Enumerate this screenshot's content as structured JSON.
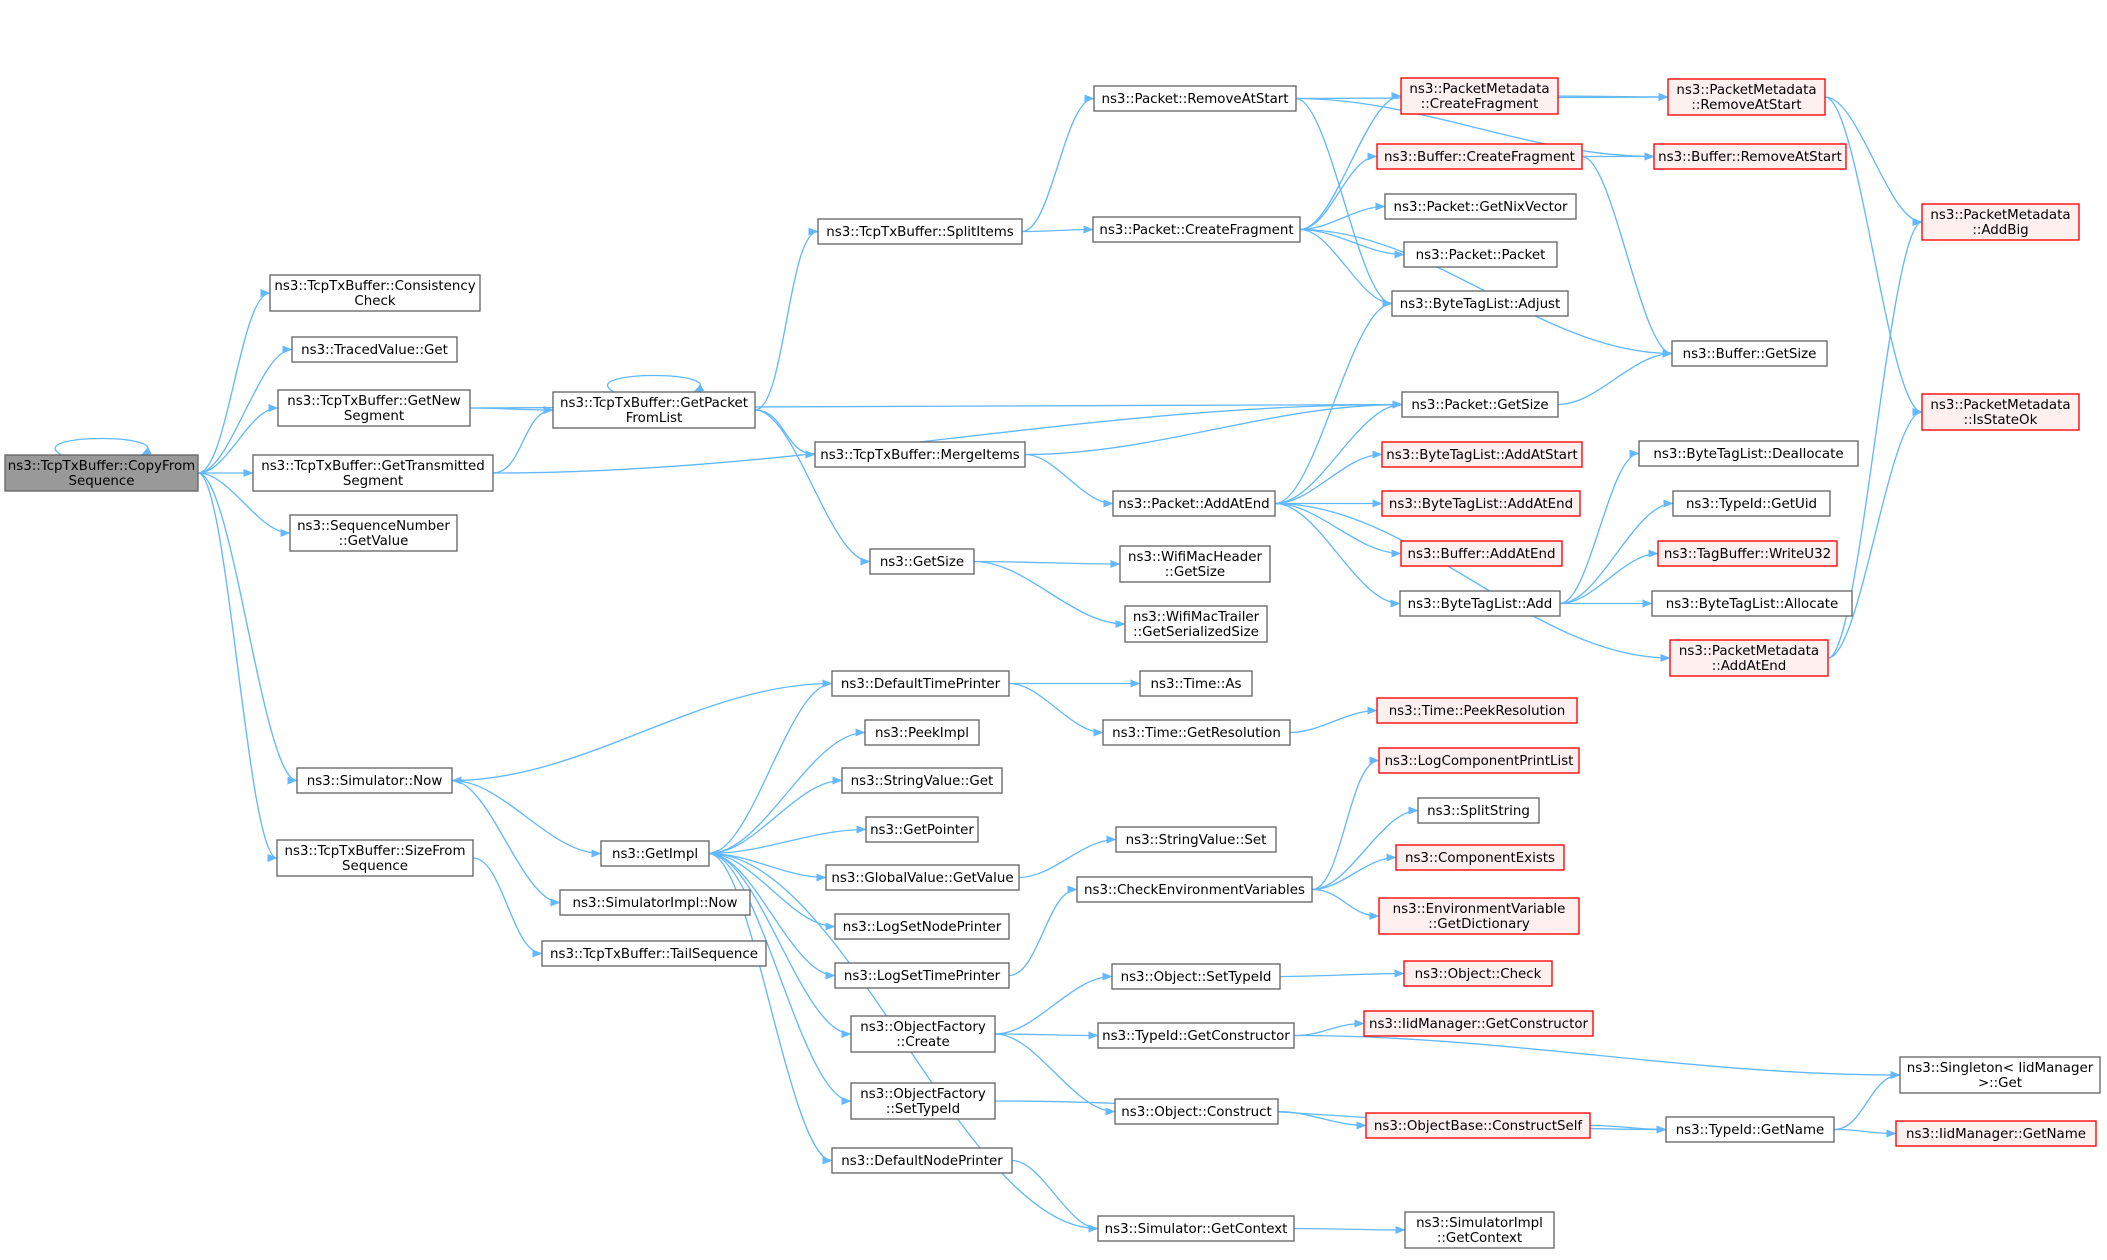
{
  "colors": {
    "edge": "#63b8ff",
    "normal_border": "#666666",
    "truncated_border": "#ff0000",
    "normal_fill": "#ffffff",
    "truncated_fill": "#fff0f0",
    "root_fill": "#999999",
    "root_border": "#666666",
    "text": "#000000"
  },
  "nodes": [
    {
      "id": "root",
      "lines": [
        "ns3::TcpTxBuffer::CopyFrom",
        "Sequence"
      ],
      "style": "root"
    },
    {
      "id": "consistency",
      "lines": [
        "ns3::TcpTxBuffer::Consistency",
        "Check"
      ],
      "style": "normal"
    },
    {
      "id": "tracedGet",
      "lines": [
        "ns3::TracedValue::Get"
      ],
      "style": "normal"
    },
    {
      "id": "getNewSeg",
      "lines": [
        "ns3::TcpTxBuffer::GetNew",
        "Segment"
      ],
      "style": "normal"
    },
    {
      "id": "getTransSeg",
      "lines": [
        "ns3::TcpTxBuffer::GetTransmitted",
        "Segment"
      ],
      "style": "normal"
    },
    {
      "id": "seqGetValue",
      "lines": [
        "ns3::SequenceNumber",
        "::GetValue"
      ],
      "style": "normal"
    },
    {
      "id": "simNow",
      "lines": [
        "ns3::Simulator::Now"
      ],
      "style": "normal"
    },
    {
      "id": "sizeFromSeq",
      "lines": [
        "ns3::TcpTxBuffer::SizeFrom",
        "Sequence"
      ],
      "style": "normal"
    },
    {
      "id": "getPacketFromList",
      "lines": [
        "ns3::TcpTxBuffer::GetPacket",
        "FromList"
      ],
      "style": "normal"
    },
    {
      "id": "simImplNow",
      "lines": [
        "ns3::SimulatorImpl::Now"
      ],
      "style": "normal"
    },
    {
      "id": "tailSeq",
      "lines": [
        "ns3::TcpTxBuffer::TailSequence"
      ],
      "style": "normal"
    },
    {
      "id": "getImpl",
      "lines": [
        "ns3::GetImpl"
      ],
      "style": "normal"
    },
    {
      "id": "splitItems",
      "lines": [
        "ns3::TcpTxBuffer::SplitItems"
      ],
      "style": "normal"
    },
    {
      "id": "mergeItems",
      "lines": [
        "ns3::TcpTxBuffer::MergeItems"
      ],
      "style": "normal"
    },
    {
      "id": "getSize",
      "lines": [
        "ns3::GetSize"
      ],
      "style": "normal"
    },
    {
      "id": "defTimePrinter",
      "lines": [
        "ns3::DefaultTimePrinter"
      ],
      "style": "normal"
    },
    {
      "id": "peekImpl",
      "lines": [
        "ns3::PeekImpl"
      ],
      "style": "normal"
    },
    {
      "id": "stringValueGet",
      "lines": [
        "ns3::StringValue::Get"
      ],
      "style": "normal"
    },
    {
      "id": "getPointer",
      "lines": [
        "ns3::GetPointer"
      ],
      "style": "normal"
    },
    {
      "id": "globalGetValue",
      "lines": [
        "ns3::GlobalValue::GetValue"
      ],
      "style": "normal"
    },
    {
      "id": "logSetNodePrinter",
      "lines": [
        "ns3::LogSetNodePrinter"
      ],
      "style": "normal"
    },
    {
      "id": "logSetTimePrinter",
      "lines": [
        "ns3::LogSetTimePrinter"
      ],
      "style": "normal"
    },
    {
      "id": "objFactoryCreate",
      "lines": [
        "ns3::ObjectFactory",
        "::Create"
      ],
      "style": "normal"
    },
    {
      "id": "objFactorySetTypeId",
      "lines": [
        "ns3::ObjectFactory",
        "::SetTypeId"
      ],
      "style": "normal"
    },
    {
      "id": "defNodePrinter",
      "lines": [
        "ns3::DefaultNodePrinter"
      ],
      "style": "normal"
    },
    {
      "id": "packetRemoveAtStart",
      "lines": [
        "ns3::Packet::RemoveAtStart"
      ],
      "style": "normal"
    },
    {
      "id": "packetCreateFragment",
      "lines": [
        "ns3::Packet::CreateFragment"
      ],
      "style": "normal"
    },
    {
      "id": "packetAddAtEnd",
      "lines": [
        "ns3::Packet::AddAtEnd"
      ],
      "style": "normal"
    },
    {
      "id": "wifiMacHeaderGetSize",
      "lines": [
        "ns3::WifiMacHeader",
        "::GetSize"
      ],
      "style": "normal"
    },
    {
      "id": "wifiMacTrailerSize",
      "lines": [
        "ns3::WifiMacTrailer",
        "::GetSerializedSize"
      ],
      "style": "normal"
    },
    {
      "id": "timeAs",
      "lines": [
        "ns3::Time::As"
      ],
      "style": "normal"
    },
    {
      "id": "timeGetResolution",
      "lines": [
        "ns3::Time::GetResolution"
      ],
      "style": "normal"
    },
    {
      "id": "stringValueSet",
      "lines": [
        "ns3::StringValue::Set"
      ],
      "style": "normal"
    },
    {
      "id": "checkEnvVars",
      "lines": [
        "ns3::CheckEnvironmentVariables"
      ],
      "style": "normal"
    },
    {
      "id": "objectSetTypeId",
      "lines": [
        "ns3::Object::SetTypeId"
      ],
      "style": "normal"
    },
    {
      "id": "typeIdGetConstructor",
      "lines": [
        "ns3::TypeId::GetConstructor"
      ],
      "style": "normal"
    },
    {
      "id": "objectConstruct",
      "lines": [
        "ns3::Object::Construct"
      ],
      "style": "normal"
    },
    {
      "id": "simGetContext",
      "lines": [
        "ns3::Simulator::GetContext"
      ],
      "style": "normal"
    },
    {
      "id": "pmCreateFragment",
      "lines": [
        "ns3::PacketMetadata",
        "::CreateFragment"
      ],
      "style": "truncated"
    },
    {
      "id": "bufferCreateFragment",
      "lines": [
        "ns3::Buffer::CreateFragment"
      ],
      "style": "truncated"
    },
    {
      "id": "packetGetNixVector",
      "lines": [
        "ns3::Packet::GetNixVector"
      ],
      "style": "normal"
    },
    {
      "id": "packetPacket",
      "lines": [
        "ns3::Packet::Packet"
      ],
      "style": "normal"
    },
    {
      "id": "byteTagListAdjust",
      "lines": [
        "ns3::ByteTagList::Adjust"
      ],
      "style": "normal"
    },
    {
      "id": "packetGetSize",
      "lines": [
        "ns3::Packet::GetSize"
      ],
      "style": "normal"
    },
    {
      "id": "btlAddAtStart",
      "lines": [
        "ns3::ByteTagList::AddAtStart"
      ],
      "style": "truncated"
    },
    {
      "id": "btlAddAtEnd",
      "lines": [
        "ns3::ByteTagList::AddAtEnd"
      ],
      "style": "truncated"
    },
    {
      "id": "bufferAddAtEnd",
      "lines": [
        "ns3::Buffer::AddAtEnd"
      ],
      "style": "truncated"
    },
    {
      "id": "btlAdd",
      "lines": [
        "ns3::ByteTagList::Add"
      ],
      "style": "normal"
    },
    {
      "id": "pmAddAtEnd",
      "lines": [
        "ns3::PacketMetadata",
        "::AddAtEnd"
      ],
      "style": "truncated"
    },
    {
      "id": "timePeekResolution",
      "lines": [
        "ns3::Time::PeekResolution"
      ],
      "style": "truncated"
    },
    {
      "id": "logComponentPrintList",
      "lines": [
        "ns3::LogComponentPrintList"
      ],
      "style": "truncated"
    },
    {
      "id": "splitString",
      "lines": [
        "ns3::SplitString"
      ],
      "style": "normal"
    },
    {
      "id": "componentExists",
      "lines": [
        "ns3::ComponentExists"
      ],
      "style": "truncated"
    },
    {
      "id": "envVarGetDictionary",
      "lines": [
        "ns3::EnvironmentVariable",
        "::GetDictionary"
      ],
      "style": "truncated"
    },
    {
      "id": "objectCheck",
      "lines": [
        "ns3::Object::Check"
      ],
      "style": "truncated"
    },
    {
      "id": "iidMgrGetConstructor",
      "lines": [
        "ns3::IidManager::GetConstructor"
      ],
      "style": "truncated"
    },
    {
      "id": "objBaseConstructSelf",
      "lines": [
        "ns3::ObjectBase::ConstructSelf"
      ],
      "style": "truncated"
    },
    {
      "id": "simImplGetContext",
      "lines": [
        "ns3::SimulatorImpl",
        "::GetContext"
      ],
      "style": "normal"
    },
    {
      "id": "pmRemoveAtStart",
      "lines": [
        "ns3::PacketMetadata",
        "::RemoveAtStart"
      ],
      "style": "truncated"
    },
    {
      "id": "bufferRemoveAtStart",
      "lines": [
        "ns3::Buffer::RemoveAtStart"
      ],
      "style": "truncated"
    },
    {
      "id": "bufferGetSize",
      "lines": [
        "ns3::Buffer::GetSize"
      ],
      "style": "normal"
    },
    {
      "id": "btlDeallocate",
      "lines": [
        "ns3::ByteTagList::Deallocate"
      ],
      "style": "normal"
    },
    {
      "id": "typeIdGetUid",
      "lines": [
        "ns3::TypeId::GetUid"
      ],
      "style": "normal"
    },
    {
      "id": "tagBufferWriteU32",
      "lines": [
        "ns3::TagBuffer::WriteU32"
      ],
      "style": "truncated"
    },
    {
      "id": "btlAllocate",
      "lines": [
        "ns3::ByteTagList::Allocate"
      ],
      "style": "normal"
    },
    {
      "id": "typeIdGetName",
      "lines": [
        "ns3::TypeId::GetName"
      ],
      "style": "normal"
    },
    {
      "id": "pmAddBig",
      "lines": [
        "ns3::PacketMetadata",
        "::AddBig"
      ],
      "style": "truncated"
    },
    {
      "id": "pmIsStateOk",
      "lines": [
        "ns3::PacketMetadata",
        "::IsStateOk"
      ],
      "style": "truncated"
    },
    {
      "id": "singletonGet",
      "lines": [
        "ns3::Singleton< IidManager",
        ">::Get"
      ],
      "style": "normal"
    },
    {
      "id": "iidMgrGetName",
      "lines": [
        "ns3::IidManager::GetName"
      ],
      "style": "truncated"
    }
  ],
  "edges": [
    [
      "root",
      "root"
    ],
    [
      "root",
      "consistency"
    ],
    [
      "root",
      "tracedGet"
    ],
    [
      "root",
      "getNewSeg"
    ],
    [
      "root",
      "getTransSeg"
    ],
    [
      "root",
      "seqGetValue"
    ],
    [
      "root",
      "simNow"
    ],
    [
      "root",
      "sizeFromSeq"
    ],
    [
      "getNewSeg",
      "getPacketFromList"
    ],
    [
      "getNewSeg",
      "packetGetSize"
    ],
    [
      "getTransSeg",
      "getPacketFromList"
    ],
    [
      "getTransSeg",
      "packetGetSize"
    ],
    [
      "getPacketFromList",
      "getPacketFromList"
    ],
    [
      "getPacketFromList",
      "splitItems"
    ],
    [
      "getPacketFromList",
      "mergeItems"
    ],
    [
      "getPacketFromList",
      "getSize"
    ],
    [
      "splitItems",
      "packetRemoveAtStart"
    ],
    [
      "splitItems",
      "packetCreateFragment"
    ],
    [
      "mergeItems",
      "packetGetSize"
    ],
    [
      "mergeItems",
      "packetAddAtEnd"
    ],
    [
      "getSize",
      "wifiMacHeaderGetSize"
    ],
    [
      "getSize",
      "wifiMacTrailerSize"
    ],
    [
      "packetRemoveAtStart",
      "pmRemoveAtStart"
    ],
    [
      "packetRemoveAtStart",
      "bufferRemoveAtStart"
    ],
    [
      "packetRemoveAtStart",
      "byteTagListAdjust"
    ],
    [
      "packetCreateFragment",
      "pmCreateFragment"
    ],
    [
      "packetCreateFragment",
      "bufferCreateFragment"
    ],
    [
      "packetCreateFragment",
      "packetGetNixVector"
    ],
    [
      "packetCreateFragment",
      "packetPacket"
    ],
    [
      "packetCreateFragment",
      "byteTagListAdjust"
    ],
    [
      "packetCreateFragment",
      "bufferGetSize"
    ],
    [
      "pmCreateFragment",
      "pmRemoveAtStart"
    ],
    [
      "bufferCreateFragment",
      "bufferRemoveAtStart"
    ],
    [
      "bufferCreateFragment",
      "bufferGetSize"
    ],
    [
      "pmRemoveAtStart",
      "pmAddBig"
    ],
    [
      "pmRemoveAtStart",
      "pmIsStateOk"
    ],
    [
      "packetGetSize",
      "bufferGetSize"
    ],
    [
      "packetAddAtEnd",
      "byteTagListAdjust"
    ],
    [
      "packetAddAtEnd",
      "packetGetSize"
    ],
    [
      "packetAddAtEnd",
      "btlAddAtStart"
    ],
    [
      "packetAddAtEnd",
      "btlAddAtEnd"
    ],
    [
      "packetAddAtEnd",
      "bufferAddAtEnd"
    ],
    [
      "packetAddAtEnd",
      "btlAdd"
    ],
    [
      "packetAddAtEnd",
      "pmAddAtEnd"
    ],
    [
      "btlAdd",
      "btlDeallocate"
    ],
    [
      "btlAdd",
      "typeIdGetUid"
    ],
    [
      "btlAdd",
      "tagBufferWriteU32"
    ],
    [
      "btlAdd",
      "btlAllocate"
    ],
    [
      "pmAddAtEnd",
      "pmAddBig"
    ],
    [
      "pmAddAtEnd",
      "pmIsStateOk"
    ],
    [
      "simNow",
      "getImpl"
    ],
    [
      "simNow",
      "simImplNow"
    ],
    [
      "sizeFromSeq",
      "tailSeq"
    ],
    [
      "getImpl",
      "defTimePrinter"
    ],
    [
      "getImpl",
      "peekImpl"
    ],
    [
      "getImpl",
      "stringValueGet"
    ],
    [
      "getImpl",
      "getPointer"
    ],
    [
      "getImpl",
      "globalGetValue"
    ],
    [
      "getImpl",
      "logSetNodePrinter"
    ],
    [
      "getImpl",
      "logSetTimePrinter"
    ],
    [
      "getImpl",
      "objFactoryCreate"
    ],
    [
      "getImpl",
      "objFactorySetTypeId"
    ],
    [
      "getImpl",
      "defNodePrinter"
    ],
    [
      "defTimePrinter",
      "simNow"
    ],
    [
      "defTimePrinter",
      "timeAs"
    ],
    [
      "defTimePrinter",
      "timeGetResolution"
    ],
    [
      "timeGetResolution",
      "timePeekResolution"
    ],
    [
      "globalGetValue",
      "stringValueSet"
    ],
    [
      "logSetTimePrinter",
      "checkEnvVars"
    ],
    [
      "checkEnvVars",
      "logComponentPrintList"
    ],
    [
      "checkEnvVars",
      "splitString"
    ],
    [
      "checkEnvVars",
      "componentExists"
    ],
    [
      "checkEnvVars",
      "envVarGetDictionary"
    ],
    [
      "objFactoryCreate",
      "objectSetTypeId"
    ],
    [
      "objFactoryCreate",
      "typeIdGetConstructor"
    ],
    [
      "objFactoryCreate",
      "objectConstruct"
    ],
    [
      "objectSetTypeId",
      "objectCheck"
    ],
    [
      "typeIdGetConstructor",
      "iidMgrGetConstructor"
    ],
    [
      "typeIdGetConstructor",
      "singletonGet"
    ],
    [
      "objectConstruct",
      "objBaseConstructSelf"
    ],
    [
      "objBaseConstructSelf",
      "typeIdGetName"
    ],
    [
      "objFactorySetTypeId",
      "typeIdGetName"
    ],
    [
      "typeIdGetName",
      "singletonGet"
    ],
    [
      "typeIdGetName",
      "iidMgrGetName"
    ],
    [
      "defNodePrinter",
      "simGetContext"
    ],
    [
      "simGetContext",
      "getImpl"
    ],
    [
      "simGetContext",
      "simImplGetContext"
    ]
  ]
}
